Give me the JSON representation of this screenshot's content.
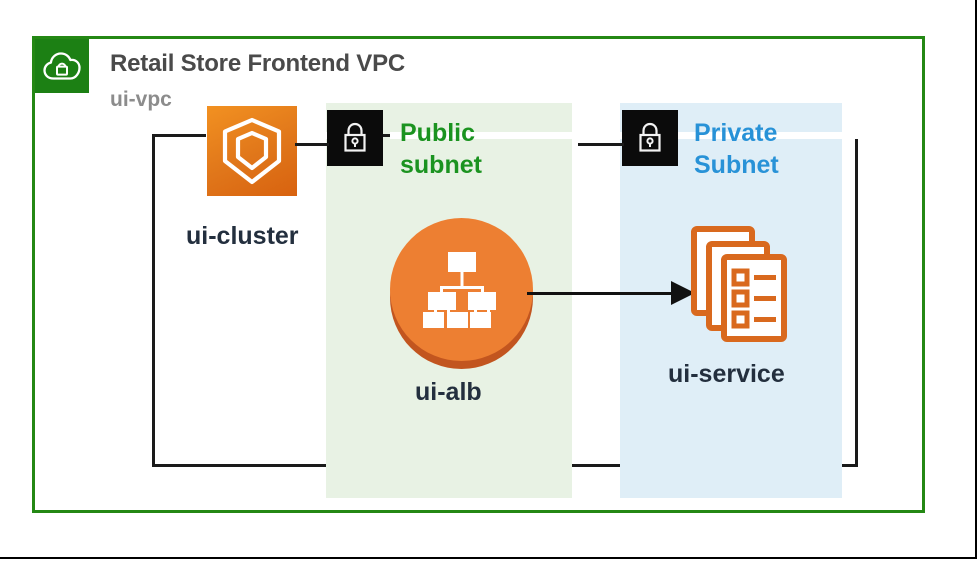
{
  "diagram": {
    "vpc": {
      "icon": "vpc-cloud-lock-icon",
      "title": "Retail Store Frontend VPC",
      "subtitle": "ui-vpc",
      "frame_color": "#248814",
      "badge_color": "#1c8014",
      "title_color": "#4a4a4a",
      "subtitle_color": "#8c8c8c"
    },
    "subnets": [
      {
        "key": "public",
        "label_line1": "Public",
        "label_line2": "subnet",
        "text_color": "#1b9320",
        "band_color": "#e8f2e4",
        "lock_icon": "padlock-icon"
      },
      {
        "key": "private",
        "label_line1": "Private",
        "label_line2": "Subnet",
        "text_color": "#2892d7",
        "band_color": "#dfeef7",
        "lock_icon": "padlock-icon"
      }
    ],
    "nodes": [
      {
        "key": "cluster",
        "label": "ui-cluster",
        "icon": "ecs-cluster-icon",
        "icon_color": "#e0761a"
      },
      {
        "key": "alb",
        "label": "ui-alb",
        "icon": "application-load-balancer-icon",
        "icon_color": "#ed7f32"
      },
      {
        "key": "service",
        "label": "ui-service",
        "icon": "ecs-service-stacked-documents-icon",
        "icon_color": "#d9691e"
      }
    ],
    "connections": [
      {
        "key": "cluster-to-public-subnet",
        "from": "ui-cluster",
        "to": "Public subnet",
        "arrow": false
      },
      {
        "key": "public-subnet-to-private-subnet",
        "from": "Public subnet",
        "to": "Private Subnet",
        "arrow": false
      },
      {
        "key": "alb-to-service",
        "from": "ui-alb",
        "to": "ui-service",
        "arrow": true
      }
    ]
  }
}
